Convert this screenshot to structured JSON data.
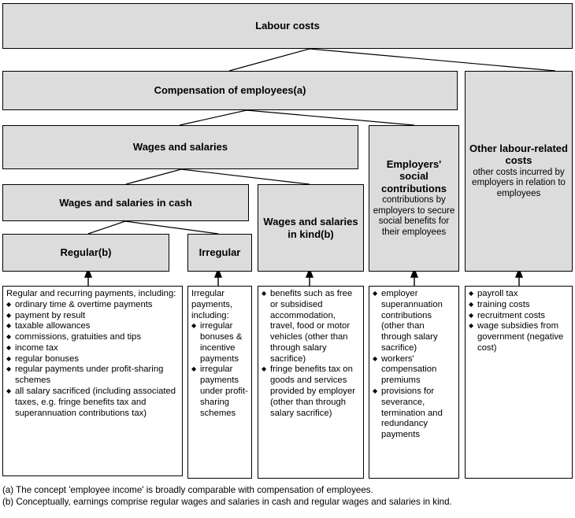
{
  "diagram": {
    "title": "Labour costs",
    "level1": {
      "label": "Labour costs"
    },
    "level2": [
      {
        "label": "Compensation of employees(a)"
      },
      {
        "label": "Other labour-related costs",
        "sub": "other costs incurred by employers in relation to employees"
      }
    ],
    "level3": [
      {
        "label": "Wages and salaries"
      },
      {
        "label": "Employers' social contributions",
        "sub": "contributions by employers to secure social benefits for their employees"
      }
    ],
    "level4": [
      {
        "label": "Wages and salaries in cash"
      },
      {
        "label": "Wages and salaries in kind(b)"
      }
    ],
    "level5": [
      {
        "label": "Regular(b)"
      },
      {
        "label": "Irregular"
      }
    ],
    "leaves": [
      {
        "id": "regular-detail",
        "lead": "Regular and recurring payments, including:",
        "items": [
          "ordinary time & overtime payments",
          "payment by result",
          "taxable allowances",
          "commissions, gratuities and tips",
          "income tax",
          "regular bonuses",
          "regular payments under profit-sharing schemes",
          "all salary sacrificed (including associated taxes, e.g. fringe benefits tax and superannuation contributions tax)"
        ]
      },
      {
        "id": "irregular-detail",
        "lead": "Irregular payments, including:",
        "items": [
          "irregular bonuses & incentive payments",
          "irregular payments under profit-sharing schemes"
        ]
      },
      {
        "id": "in-kind-detail",
        "lead": "",
        "items": [
          "benefits such as free or subsidised accommodation, travel, food or motor vehicles (other than through salary sacrifice)",
          "fringe benefits tax on goods and services provided by employer (other than through salary sacrifice)"
        ]
      },
      {
        "id": "social-contributions-detail",
        "lead": "",
        "items": [
          "employer superannuation contributions (other than through salary sacrifice)",
          "workers' compensation premiums",
          "provisions for severance, termination and redundancy payments"
        ]
      },
      {
        "id": "other-costs-detail",
        "lead": "",
        "items": [
          "payroll tax",
          "training costs",
          "recruitment costs",
          "wage subsidies from government (negative cost)"
        ]
      }
    ],
    "footnotes": [
      "(a) The concept 'employee income' is broadly comparable with compensation of employees.",
      "(b) Conceptually, earnings comprise regular wages and salaries in cash and regular wages and salaries in kind."
    ],
    "colors": {
      "node_fill": "#dcdcdc",
      "leaf_fill": "#ffffff",
      "stroke": "#000000"
    }
  }
}
